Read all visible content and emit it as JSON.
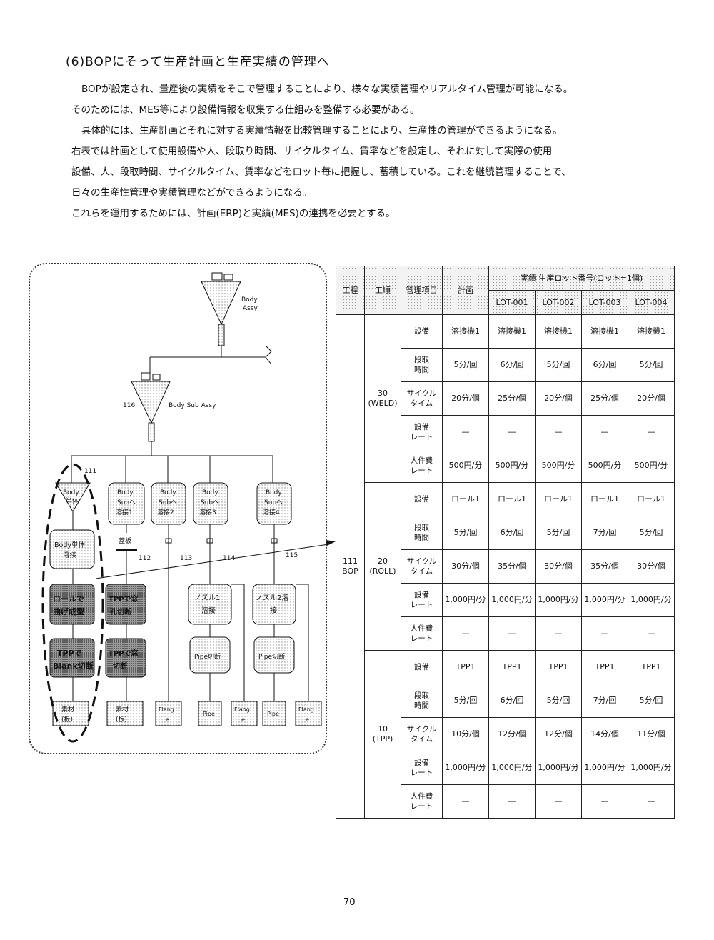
{
  "heading": "(6)BOPにそって生産計画と生産実績の管理へ",
  "paragraph": [
    "BOPが設定され、量産後の実績をそこで管理することにより、様々な実績管理やリアルタイム管理が可能になる。",
    "そのためには、MES等により設備情報を収集する仕組みを整備する必要がある。",
    "具体的には、生産計画とそれに対する実績情報を比較管理することにより、生産性の管理ができるようになる。",
    "右表では計画として使用設備や人、段取り時間、サイクルタイム、賃率などを設定し、それに対して実際の使用",
    "設備、人、段取時間、サイクルタイム、賃率などをロット毎に把握し、蓄積している。これを継続管理することで、",
    "日々の生産性管理や実績管理などができるようになる。",
    "これらを運用するためには、計画(ERP)と実績(MES)の連携を必要とする。"
  ],
  "diagram": {
    "top_label": "Body Assy",
    "sub_num": "116",
    "sub_label": "Body Sub Assy",
    "label_111": "111",
    "cone_label": "Body 単体",
    "boxes": [
      "Body 単体 溶接",
      "ロールで 曲げ成型",
      "TPPで Blank切断",
      "Body Sub へ 溶接1",
      "Body Sub へ 溶接2",
      "Body Sub へ 溶接3",
      "Body Sub へ 溶接4",
      "TPPで窓 孔切断",
      "TPPで窓 切断",
      "ノズル1 溶接",
      "ノズル2溶 接",
      "Pipe切断",
      "Pipe切断"
    ],
    "plate_label": "蓋板",
    "nums": [
      "112",
      "113",
      "114",
      "115"
    ],
    "materials": [
      "素材 (板)",
      "素材 (板)",
      "Flang e",
      "Pipe",
      "Flang e",
      "Pipe",
      "Flang e"
    ]
  },
  "table": {
    "headers": {
      "process": "工程",
      "step": "工順",
      "item": "管理項目",
      "plan": "計画",
      "actual": "実績 生産ロット番号(ロット=1個)",
      "lots": [
        "LOT-001",
        "LOT-002",
        "LOT-003",
        "LOT-004"
      ]
    },
    "process_cell": "111 BOP",
    "groups": [
      {
        "step": "30 (WELD)",
        "rows": [
          {
            "item": "設備",
            "values": [
              "溶接機1",
              "溶接機1",
              "溶接機1",
              "溶接機1",
              "溶接機1"
            ]
          },
          {
            "item": "段取 時間",
            "values": [
              "5分/回",
              "6分/回",
              "5分/回",
              "6分/回",
              "5分/回"
            ]
          },
          {
            "item": "サイクル タイム",
            "values": [
              "20分/個",
              "25分/個",
              "20分/個",
              "25分/個",
              "20分/個"
            ]
          },
          {
            "item": "設備 レート",
            "values": [
              "—",
              "—",
              "—",
              "—",
              "—"
            ]
          },
          {
            "item": "人件費 レート",
            "values": [
              "500円/分",
              "500円/分",
              "500円/分",
              "500円/分",
              "500円/分"
            ]
          }
        ]
      },
      {
        "step": "20 (ROLL)",
        "rows": [
          {
            "item": "設備",
            "values": [
              "ロール1",
              "ロール1",
              "ロール1",
              "ロール1",
              "ロール1"
            ]
          },
          {
            "item": "段取 時間",
            "values": [
              "5分/回",
              "6分/回",
              "5分/回",
              "7分/回",
              "5分/回"
            ]
          },
          {
            "item": "サイクル タイム",
            "values": [
              "30分/個",
              "35分/個",
              "30分/個",
              "35分/個",
              "30分/個"
            ]
          },
          {
            "item": "設備 レート",
            "values": [
              "1,000円/分",
              "1,000円/分",
              "1,000円/分",
              "1,000円/分",
              "1,000円/分"
            ]
          },
          {
            "item": "人件費 レート",
            "values": [
              "—",
              "—",
              "—",
              "—",
              "—"
            ]
          }
        ]
      },
      {
        "step": "10 (TPP)",
        "rows": [
          {
            "item": "設備",
            "values": [
              "TPP1",
              "TPP1",
              "TPP1",
              "TPP1",
              "TPP1"
            ]
          },
          {
            "item": "段取 時間",
            "values": [
              "5分/回",
              "6分/回",
              "5分/回",
              "7分/回",
              "5分/回"
            ]
          },
          {
            "item": "サイクル タイム",
            "values": [
              "10分/個",
              "12分/個",
              "12分/個",
              "14分/個",
              "11分/個"
            ]
          },
          {
            "item": "設備 レート",
            "values": [
              "1,000円/分",
              "1,000円/分",
              "1,000円/分",
              "1,000円/分",
              "1,000円/分"
            ]
          },
          {
            "item": "人件費 レート",
            "values": [
              "—",
              "—",
              "—",
              "—",
              "—"
            ]
          }
        ]
      }
    ]
  },
  "page_number": "70"
}
